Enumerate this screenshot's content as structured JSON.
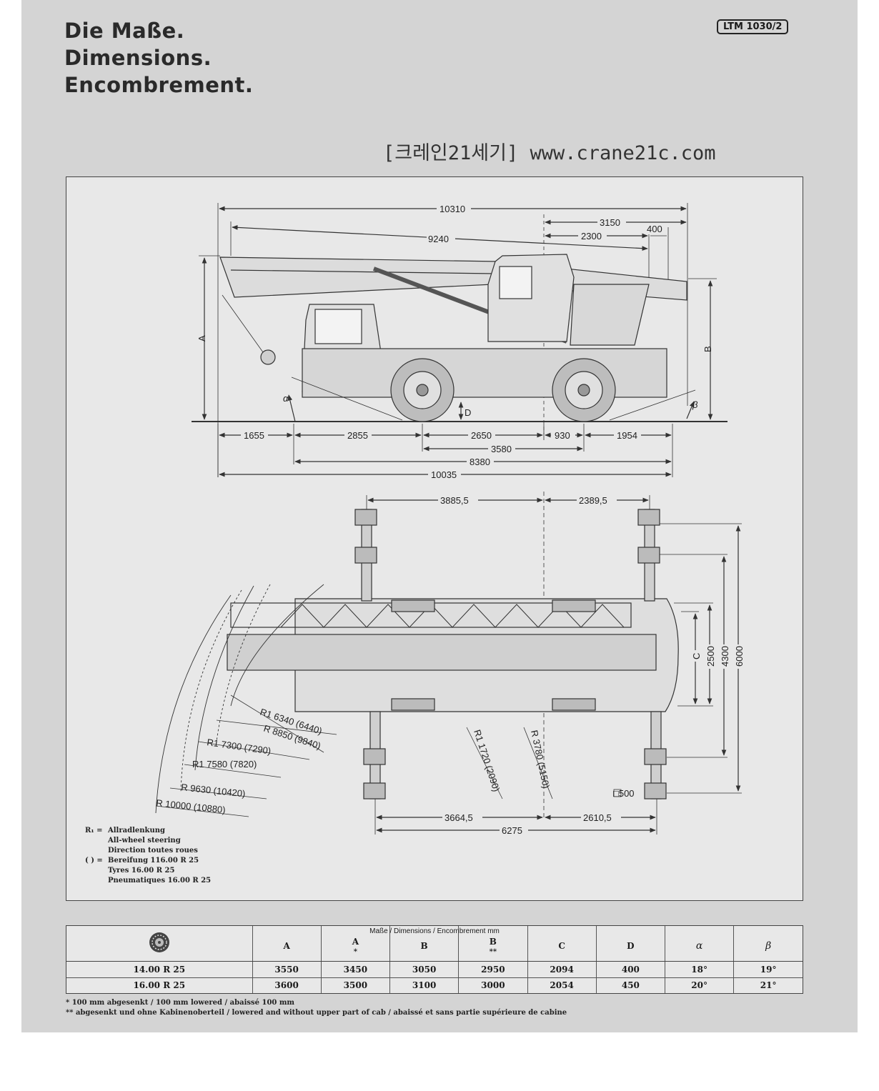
{
  "header": {
    "title_de": "Die Maße.",
    "title_en": "Dimensions.",
    "title_fr": "Encombrement.",
    "model": "LTM 1030/2",
    "watermark": "[크레인21세기] www.crane21c.com"
  },
  "side_view": {
    "top_dims": [
      "10310",
      "9240",
      "3150",
      "2300",
      "400"
    ],
    "height_labels": [
      "A",
      "B",
      "D"
    ],
    "angle_labels": [
      "α",
      "β"
    ],
    "bottom_dims_row1": [
      "1655",
      "2855",
      "2650",
      "930",
      "1954"
    ],
    "bottom_dims_row2": [
      "3580"
    ],
    "bottom_dims_row3": [
      "8380"
    ],
    "bottom_dims_row4": [
      "10035"
    ]
  },
  "top_view": {
    "top_dims": [
      "3885,5",
      "2389,5"
    ],
    "right_dims": [
      "C",
      "2500",
      "4300",
      "6000"
    ],
    "bottom_dims": [
      "3664,5",
      "2610,5",
      "6275"
    ],
    "pad_label": "□500",
    "radii": [
      "R1 6340 (6440)",
      "R 8850 (9840)",
      "R1 7300 (7290)",
      "R1 7580 (7820)",
      "R 9630 (10420)",
      "R 10000 (10880)",
      "R1 1720 (2090)",
      "R 3780 (5150)"
    ]
  },
  "legend": [
    {
      "symbol": "R₁ =",
      "text": "Allradlenkung"
    },
    {
      "symbol": "",
      "text": "All-wheel steering"
    },
    {
      "symbol": "",
      "text": "Direction toutes roues"
    },
    {
      "symbol": "( ) =",
      "text": "Bereifung 116.00 R 25"
    },
    {
      "symbol": "",
      "text": "Tyres 16.00 R 25"
    },
    {
      "symbol": "",
      "text": "Pneumatiques 16.00 R 25"
    }
  ],
  "dimensions_table": {
    "caption": "Maße / Dimensions / Encombrement mm",
    "tyre_icon": "tyre-icon",
    "columns": [
      {
        "label": "A",
        "sub": ""
      },
      {
        "label": "A",
        "sub": "*"
      },
      {
        "label": "B",
        "sub": ""
      },
      {
        "label": "B",
        "sub": "**"
      },
      {
        "label": "C",
        "sub": ""
      },
      {
        "label": "D",
        "sub": ""
      },
      {
        "label": "α",
        "sub": ""
      },
      {
        "label": "β",
        "sub": ""
      }
    ],
    "rows": [
      {
        "tyre": "14.00 R 25",
        "values": [
          "3550",
          "3450",
          "3050",
          "2950",
          "2094",
          "400",
          "18°",
          "19°"
        ]
      },
      {
        "tyre": "16.00 R 25",
        "values": [
          "3600",
          "3500",
          "3100",
          "3000",
          "2054",
          "450",
          "20°",
          "21°"
        ]
      }
    ]
  },
  "footnotes": [
    "*   100 mm abgesenkt / 100 mm lowered / abaissé 100 mm",
    "** abgesenkt und ohne Kabinenoberteil / lowered and without upper part of cab / abaissé et sans partie supérieure de cabine"
  ]
}
